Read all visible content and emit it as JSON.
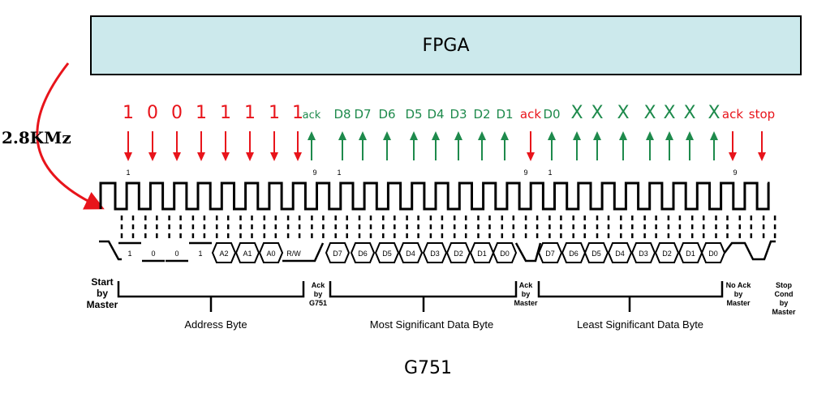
{
  "fpga_label": "FPGA",
  "device_label": "G751",
  "clock_label": "2.8KMz",
  "colors": {
    "red": "#e8141b",
    "green": "#1e8a4c",
    "box_fill": "#cce9ec"
  },
  "bit_labels": [
    {
      "text": "1",
      "color": "red",
      "size": "big"
    },
    {
      "text": "0",
      "color": "red",
      "size": "big"
    },
    {
      "text": "0",
      "color": "red",
      "size": "big"
    },
    {
      "text": "1",
      "color": "red",
      "size": "big"
    },
    {
      "text": "1",
      "color": "red",
      "size": "big"
    },
    {
      "text": "1",
      "color": "red",
      "size": "big"
    },
    {
      "text": "1",
      "color": "red",
      "size": "big"
    },
    {
      "text": "1",
      "color": "red",
      "size": "big"
    },
    {
      "text": "ack",
      "color": "green",
      "size": "small"
    },
    {
      "text": "D8",
      "color": "green",
      "size": "mid"
    },
    {
      "text": "D7",
      "color": "green",
      "size": "mid"
    },
    {
      "text": "D6",
      "color": "green",
      "size": "mid"
    },
    {
      "text": "D5",
      "color": "green",
      "size": "mid"
    },
    {
      "text": "D4",
      "color": "green",
      "size": "mid"
    },
    {
      "text": "D3",
      "color": "green",
      "size": "mid"
    },
    {
      "text": "D2",
      "color": "green",
      "size": "mid"
    },
    {
      "text": "D1",
      "color": "green",
      "size": "mid"
    },
    {
      "text": "ack",
      "color": "red",
      "size": "mid"
    },
    {
      "text": "D0",
      "color": "green",
      "size": "mid"
    },
    {
      "text": "X",
      "color": "green",
      "size": "big"
    },
    {
      "text": "X",
      "color": "green",
      "size": "big"
    },
    {
      "text": "X",
      "color": "green",
      "size": "big"
    },
    {
      "text": "X",
      "color": "green",
      "size": "big"
    },
    {
      "text": "X",
      "color": "green",
      "size": "big"
    },
    {
      "text": "X",
      "color": "green",
      "size": "big"
    },
    {
      "text": "X",
      "color": "green",
      "size": "big"
    },
    {
      "text": "ack",
      "color": "red",
      "size": "mid"
    },
    {
      "text": "stop",
      "color": "red",
      "size": "mid"
    }
  ],
  "arrows": [
    {
      "dir": "down",
      "color": "red"
    },
    {
      "dir": "down",
      "color": "red"
    },
    {
      "dir": "down",
      "color": "red"
    },
    {
      "dir": "down",
      "color": "red"
    },
    {
      "dir": "down",
      "color": "red"
    },
    {
      "dir": "down",
      "color": "red"
    },
    {
      "dir": "down",
      "color": "red"
    },
    {
      "dir": "down",
      "color": "red"
    },
    {
      "dir": "up",
      "color": "green"
    },
    {
      "dir": "up",
      "color": "green"
    },
    {
      "dir": "up",
      "color": "green"
    },
    {
      "dir": "up",
      "color": "green"
    },
    {
      "dir": "up",
      "color": "green"
    },
    {
      "dir": "up",
      "color": "green"
    },
    {
      "dir": "up",
      "color": "green"
    },
    {
      "dir": "up",
      "color": "green"
    },
    {
      "dir": "up",
      "color": "green"
    },
    {
      "dir": "down",
      "color": "red"
    },
    {
      "dir": "up",
      "color": "green"
    },
    {
      "dir": "up",
      "color": "green"
    },
    {
      "dir": "up",
      "color": "green"
    },
    {
      "dir": "up",
      "color": "green"
    },
    {
      "dir": "up",
      "color": "green"
    },
    {
      "dir": "up",
      "color": "green"
    },
    {
      "dir": "up",
      "color": "green"
    },
    {
      "dir": "up",
      "color": "green"
    },
    {
      "dir": "down",
      "color": "red"
    },
    {
      "dir": "down",
      "color": "red"
    }
  ],
  "clock_marks": [
    "1",
    "9",
    "1",
    "9",
    "1",
    "9"
  ],
  "data_cells": [
    {
      "text": "1",
      "shape": "low"
    },
    {
      "text": "0",
      "shape": "low"
    },
    {
      "text": "0",
      "shape": "low"
    },
    {
      "text": "1",
      "shape": "low"
    },
    {
      "text": "A2",
      "shape": "hex"
    },
    {
      "text": "A1",
      "shape": "hex"
    },
    {
      "text": "A0",
      "shape": "hex"
    },
    {
      "text": "R/W",
      "shape": "low"
    },
    {
      "text": "D7",
      "shape": "hex"
    },
    {
      "text": "D6",
      "shape": "hex"
    },
    {
      "text": "D5",
      "shape": "hex"
    },
    {
      "text": "D4",
      "shape": "hex"
    },
    {
      "text": "D3",
      "shape": "hex"
    },
    {
      "text": "D2",
      "shape": "hex"
    },
    {
      "text": "D1",
      "shape": "hex"
    },
    {
      "text": "D0",
      "shape": "hex"
    },
    {
      "text": "D7",
      "shape": "hex"
    },
    {
      "text": "D6",
      "shape": "hex"
    },
    {
      "text": "D5",
      "shape": "hex"
    },
    {
      "text": "D4",
      "shape": "hex"
    },
    {
      "text": "D3",
      "shape": "hex"
    },
    {
      "text": "D2",
      "shape": "hex"
    },
    {
      "text": "D1",
      "shape": "hex"
    },
    {
      "text": "D0",
      "shape": "hex"
    }
  ],
  "phase_labels": [
    {
      "lines": [
        "Start",
        "by",
        "Master"
      ]
    },
    {
      "lines": [
        "Ack",
        "by",
        "G751"
      ]
    },
    {
      "lines": [
        "Ack",
        "by",
        "Master"
      ]
    },
    {
      "lines": [
        "No Ack",
        "by",
        "Master"
      ]
    },
    {
      "lines": [
        "Stop",
        "Cond",
        "by",
        "Master"
      ]
    }
  ],
  "byte_labels": [
    "Address Byte",
    "Most Significant Data Byte",
    "Least Significant Data Byte"
  ]
}
